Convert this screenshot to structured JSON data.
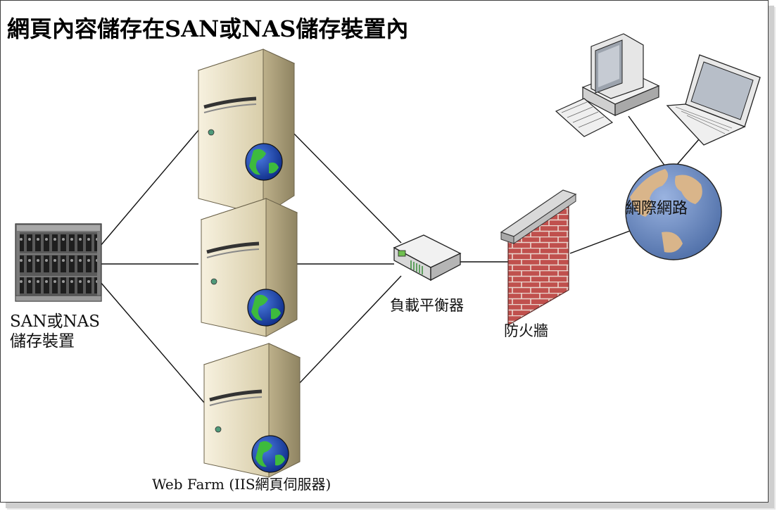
{
  "title": "網頁內容儲存在SAN或NAS儲存裝置內",
  "nodes": {
    "storage": {
      "line1": "SAN或NAS",
      "line2": "儲存裝置"
    },
    "load_balancer": {
      "label": "負載平衡器"
    },
    "firewall": {
      "label": "防火牆"
    },
    "internet": {
      "label": "網際網路"
    },
    "web_farm": {
      "label": "Web Farm (IIS網頁伺服器)"
    }
  },
  "icons": [
    "storage-rack-icon",
    "server-icon",
    "globe-icon",
    "load-balancer-icon",
    "firewall-icon",
    "desktop-computer-icon",
    "laptop-icon"
  ],
  "colors": {
    "brick": "#c0504d",
    "mortar": "#e8d7cf",
    "server": "#e9e1c8",
    "ocean": "#6f8fc9",
    "land": "#d9b58a"
  }
}
